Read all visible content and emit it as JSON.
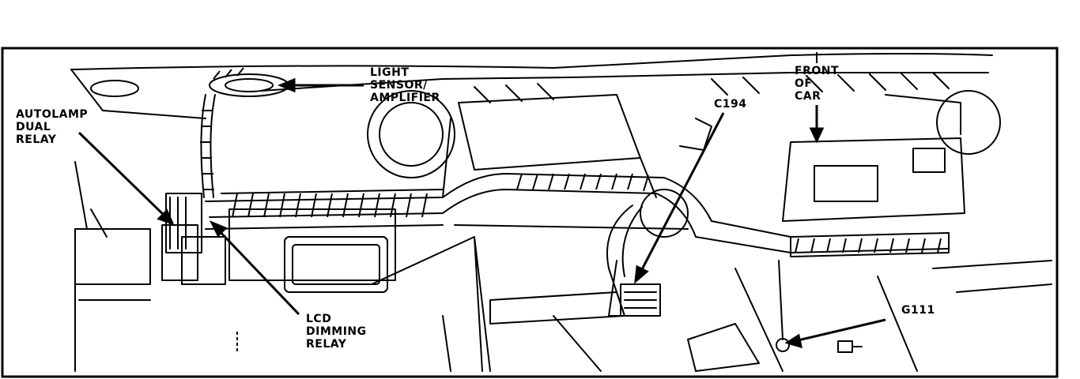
{
  "labels": {
    "light_sensor": [
      "LIGHT",
      "SENSOR/",
      "AMPLIFIER"
    ],
    "front_of_car": [
      "FRONT",
      "OF",
      "CAR"
    ],
    "autolamp_relay": [
      "AUTOLAMP",
      "DUAL",
      "RELAY"
    ],
    "c194": "C194",
    "lcd_relay": [
      "LCD",
      "DIMMING",
      "RELAY"
    ],
    "g111": "G111"
  },
  "colors": {
    "ink": "#000000",
    "paper": "#ffffff"
  }
}
